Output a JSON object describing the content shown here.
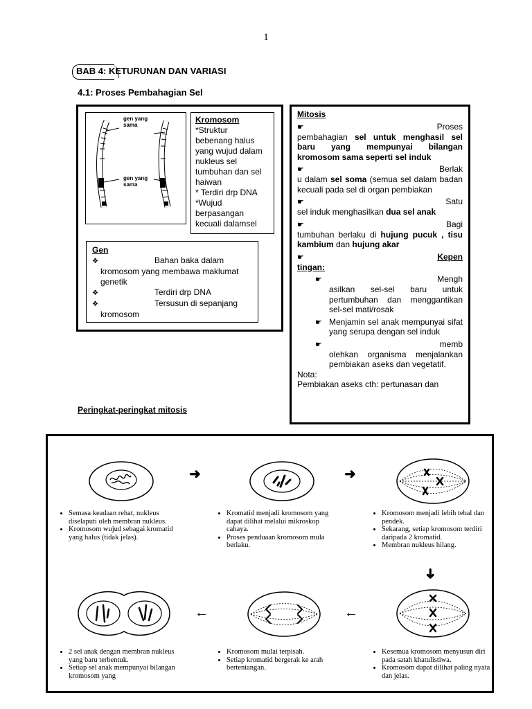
{
  "page": {
    "number": "1",
    "chapter": "BAB 4:  KETURUNAN DAN VARIASI",
    "section": "4.1:  Proses Pembahagian Sel"
  },
  "figure": {
    "label_top": "gen yang sama",
    "label_bottom": "gen yang sama"
  },
  "kromosom": {
    "heading": "Kromosom",
    "lines": [
      "*Struktur",
      "bebenang halus",
      "yang wujud dalam",
      "nukleus sel",
      "tumbuhan dan sel",
      "haiwan",
      "* Terdiri drp DNA",
      "*Wujud",
      "berpasangan",
      "kecuali dalamsel"
    ]
  },
  "gen": {
    "heading": "Gen",
    "items": [
      {
        "lead": "Bahan baka dalam",
        "rest": "kromosom yang membawa maklumat genetik"
      },
      {
        "lead": "Terdiri drp DNA",
        "rest": ""
      },
      {
        "lead": "Tersusun di sepanjang",
        "rest": "kromosom"
      }
    ]
  },
  "mitosis": {
    "heading": "Mitosis",
    "items": [
      {
        "lead": "Proses",
        "parts": [
          {
            "t": "pembahagian ",
            "b": false
          },
          {
            "t": "sel untuk menghasil sel baru yang mempunyai bilangan kromosom sama seperti sel induk",
            "b": true
          }
        ]
      },
      {
        "lead": "Berlak",
        "parts": [
          {
            "t": "u dalam ",
            "b": false
          },
          {
            "t": "sel soma",
            "b": true
          },
          {
            "t": " (semua sel dalam badan kecuali pada sel di organ pembiakan",
            "b": false
          }
        ]
      },
      {
        "lead": "Satu",
        "parts": [
          {
            "t": "sel induk menghasilkan ",
            "b": false
          },
          {
            "t": "dua  sel anak",
            "b": true
          }
        ]
      },
      {
        "lead": "Bagi",
        "parts": [
          {
            "t": "tumbuhan berlaku di ",
            "b": false
          },
          {
            "t": "hujung pucuk , tisu kambium",
            "b": true
          },
          {
            "t": "  dan  ",
            "b": false
          },
          {
            "t": "hujung akar",
            "b": true
          }
        ]
      }
    ],
    "kepentingan_lead": "Kepen",
    "kepentingan_rest": "tingan:",
    "subitems": [
      {
        "lead": "Mengh",
        "text": "asilkan sel-sel baru untuk pertumbuhan dan menggantikan sel-sel mati/rosak"
      },
      {
        "lead": "",
        "text": "Menjamin sel anak mempunyai sifat yang serupa dengan sel induk"
      },
      {
        "lead": "memb",
        "text": "olehkan organisma menjalankan pembiakan aseks dan vegetatif."
      }
    ],
    "note_label": "Nota:",
    "note_text": "Pembiakan aseks cth:  pertunasan dan"
  },
  "stages": {
    "title": "Peringkat-peringkat mitosis",
    "texts": [
      [
        "Semasa keadaan rehat, nukleus diselaputi oleh membran nukleus.",
        "Kromosom wujud sebagai kromatid yang halus (tidak jelas)."
      ],
      [
        "Kromatid menjadi kromosom yang dapat dilihat melalui mikroskop cahaya.",
        "Proses penduaan kromosom mula berlaku."
      ],
      [
        "Kromosom menjadi lebih tebal dan pendek.",
        "Sekarang, setiap kromosom terdiri daripada 2 kromatid.",
        "Membran nukleus hilang."
      ],
      [
        "2 sel anak dengan membran nukleus yang baru terbentuk.",
        "Setiap sel anak mempunyai bilangan kromosom yang"
      ],
      [
        "Kromosom mulai terpisah.",
        "Setiap kromatid bergerak ke arah bertentangan."
      ],
      [
        "Kesemua kromosom menyusun diri pada satah khatulistiwa.",
        "Kromosom dapat dilihat paling nyata dan jelas."
      ]
    ],
    "arrows": {
      "right": "➜",
      "down": "➜",
      "left": "←"
    }
  }
}
